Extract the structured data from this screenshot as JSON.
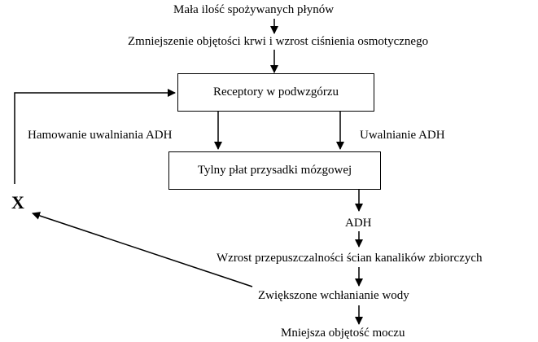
{
  "nodes": {
    "few_fluids": "Mała ilość spożywanych płynów",
    "blood_volume": "Zmniejszenie objętości krwi i wzrost ciśnienia osmotycznego",
    "receptors": "Receptory w podwzgórzu",
    "inhibit_adh": "Hamowanie uwalniania ADH",
    "release_adh": "Uwalnianie ADH",
    "posterior_pituitary": "Tylny płat przysadki mózgowej",
    "adh": "ADH",
    "permeability": "Wzrost przepuszczalności ścian kanalików zbiorczych",
    "water_absorption": "Zwiększone wchłanianie wody",
    "urine_volume": "Mniejsza objętość moczu",
    "x_marker": "X"
  }
}
